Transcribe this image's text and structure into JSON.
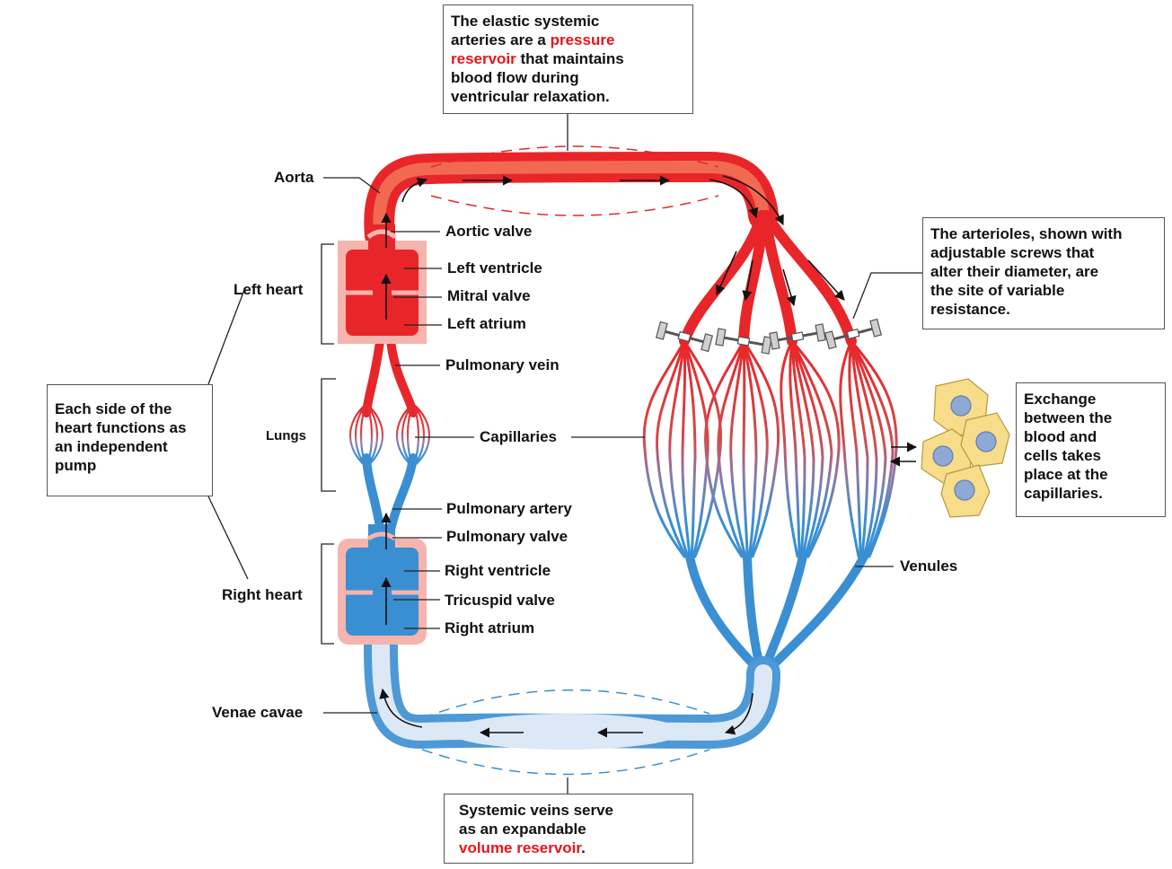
{
  "callouts": {
    "pressure_reservoir": {
      "line1": "The elastic systemic",
      "line2_pre": "arteries are a ",
      "line2_red": "pressure",
      "line3_red": "reservoir",
      "line3_post": " that maintains",
      "line4": "blood flow during",
      "line5": "ventricular relaxation."
    },
    "arterioles": {
      "line1": "The arterioles, shown with",
      "line2": "adjustable screws that",
      "line3": "alter their diameter, are",
      "line4": "the site of variable",
      "line5": "resistance."
    },
    "exchange": {
      "line1": "Exchange",
      "line2": "between the",
      "line3": "blood and",
      "line4": "cells takes",
      "line5": "place at the",
      "line6": "capillaries."
    },
    "independent_pump": {
      "line1": "Each side of the",
      "line2": "heart functions as",
      "line3": "an independent",
      "line4": "pump"
    },
    "volume_reservoir": {
      "line1": "Systemic veins serve",
      "line2": "as an expandable",
      "line3_red": "volume reservoir",
      "line3_post": "."
    }
  },
  "labels": {
    "aorta": "Aorta",
    "aortic_valve": "Aortic valve",
    "left_heart": "Left heart",
    "left_ventricle": "Left ventricle",
    "mitral_valve": "Mitral valve",
    "left_atrium": "Left atrium",
    "pulmonary_vein": "Pulmonary vein",
    "lungs": "Lungs",
    "capillaries": "Capillaries",
    "pulmonary_artery": "Pulmonary artery",
    "pulmonary_valve": "Pulmonary valve",
    "right_heart": "Right heart",
    "right_ventricle": "Right ventricle",
    "tricuspid_valve": "Tricuspid valve",
    "right_atrium": "Right atrium",
    "venae_cavae": "Venae cavae",
    "venules": "Venules"
  },
  "colors": {
    "arterial": "#e8262a",
    "arterial_light": "#f46a4f",
    "venous": "#3a8fd2",
    "venous_light": "#c9dcf0",
    "heart_wall": "#f5b5ae",
    "cell": "#f7dc8a",
    "nucleus": "#8fa9d6",
    "highlight_text": "#e8141b"
  },
  "icons": {
    "flow_arrow": "arrow-icon",
    "screw": "screw-clamp-icon",
    "cell": "cell-icon"
  }
}
